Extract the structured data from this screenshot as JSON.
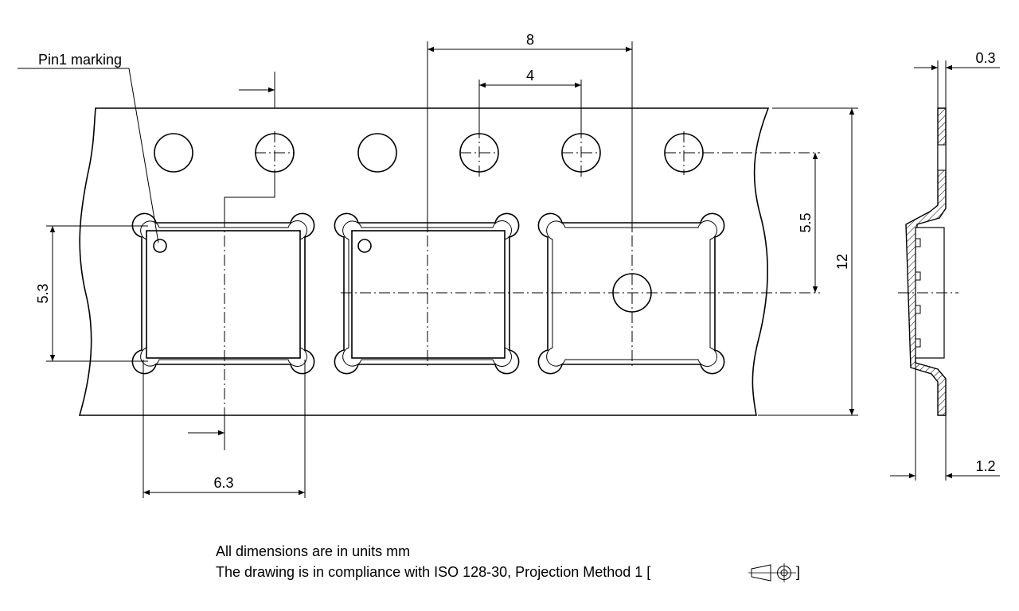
{
  "labels": {
    "pin1": "Pin1 marking",
    "dim_8": "8",
    "dim_4": "4",
    "dim_0_3": "0.3",
    "dim_5_5": "5.5",
    "dim_12": "12",
    "dim_5_3": "5.3",
    "dim_6_3": "6.3",
    "dim_1_2": "1.2"
  },
  "notes": {
    "line1": "All dimensions are in units mm",
    "line2": "The drawing is in compliance with ISO 128-30, Projection Method 1 [",
    "line2_end": "]"
  },
  "icons": {
    "projection": "projection-method-1-icon"
  }
}
